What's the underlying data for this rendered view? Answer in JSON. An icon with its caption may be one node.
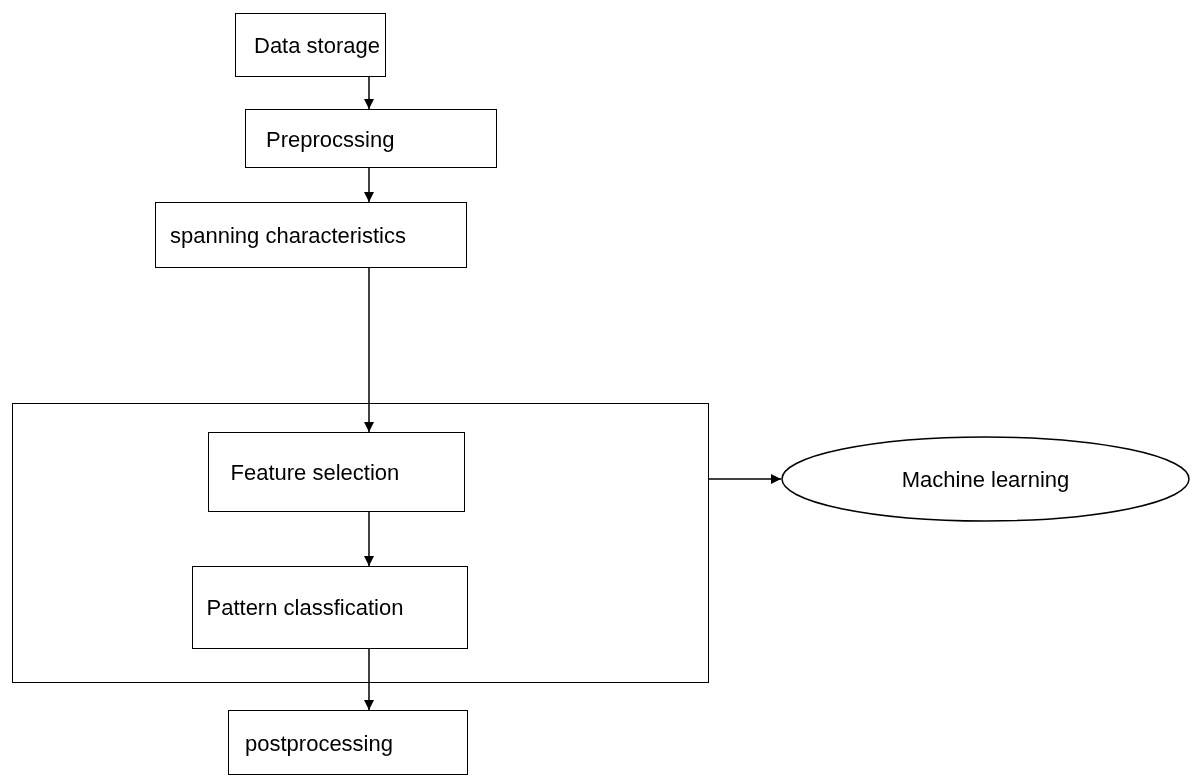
{
  "diagram": {
    "nodes": [
      {
        "text": [
          "Data storage"
        ]
      },
      {
        "text": [
          "Preprocssing"
        ]
      },
      {
        "text": [
          "spanning characteristics"
        ]
      },
      {
        "text": [],
        "shape": "box"
      },
      {
        "text": [
          "Feature selection"
        ],
        "in": 3
      },
      {
        "text": [
          "Pattern classfication"
        ],
        "in": 3
      },
      {
        "text": [
          "Machine learning"
        ]
      },
      {
        "text": [
          "postprocessing"
        ]
      }
    ],
    "edges": [
      {
        "from": 0,
        "to": 1,
        "arrow": "to"
      },
      {
        "from": 1,
        "to": 2,
        "arrow": "to"
      },
      {
        "from": 2,
        "to": 4,
        "arrow": "to"
      },
      {
        "from": 4,
        "to": 5,
        "arrow": "to"
      },
      {
        "from": 3,
        "to": 6,
        "arrow": "to"
      },
      {
        "from": 5,
        "to": 7,
        "arrow": "to"
      }
    ]
  }
}
